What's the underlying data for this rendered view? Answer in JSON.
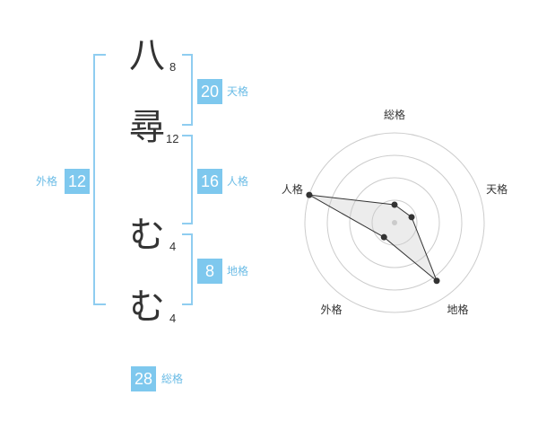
{
  "name": {
    "chars": [
      {
        "char": "八",
        "strokes": "8"
      },
      {
        "char": "尋",
        "strokes": "12"
      },
      {
        "char": "む",
        "strokes": "4"
      },
      {
        "char": "む",
        "strokes": "4"
      }
    ]
  },
  "kaku": {
    "ten": {
      "value": "20",
      "label": "天格"
    },
    "jin": {
      "value": "16",
      "label": "人格"
    },
    "chi": {
      "value": "8",
      "label": "地格"
    },
    "gai": {
      "value": "12",
      "label": "外格"
    },
    "soukaku": {
      "value": "28",
      "label": "総格"
    }
  },
  "colors": {
    "accent": "#7ec8ee",
    "bracket": "#8fcdf0",
    "label": "#6bbce6",
    "text": "#333333"
  },
  "chart_data": {
    "type": "radar",
    "axes": [
      "総格",
      "天格",
      "地格",
      "外格",
      "人格"
    ],
    "values": [
      1,
      1,
      4,
      1,
      5
    ],
    "max": 5,
    "rings": 4
  }
}
